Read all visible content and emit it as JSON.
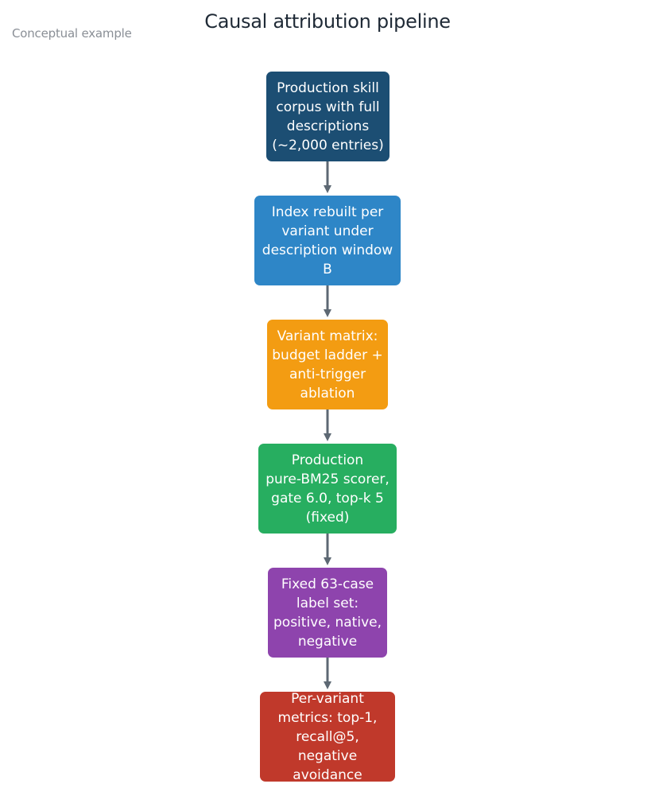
{
  "header": {
    "title": "Causal attribution pipeline",
    "subtitle": "Conceptual example"
  },
  "nodes": [
    {
      "id": "n1",
      "lines": [
        "Production skill",
        "corpus with full",
        "descriptions",
        "(~2,000 entries)"
      ],
      "color": "#1c4e73"
    },
    {
      "id": "n2",
      "lines": [
        "Index rebuilt per",
        "variant under",
        "description window",
        "B"
      ],
      "color": "#2e86c7"
    },
    {
      "id": "n3",
      "lines": [
        "Variant matrix:",
        "budget ladder +",
        "anti-trigger",
        "ablation"
      ],
      "color": "#f39c12"
    },
    {
      "id": "n4",
      "lines": [
        "Production",
        "pure-BM25 scorer,",
        "gate 6.0, top-k 5",
        "(fixed)"
      ],
      "color": "#27ae60"
    },
    {
      "id": "n5",
      "lines": [
        "Fixed 63-case",
        "label set:",
        "positive, native,",
        "negative"
      ],
      "color": "#8e44ad"
    },
    {
      "id": "n6",
      "lines": [
        "Per-variant",
        "metrics: top-1,",
        "recall@5, negative",
        "avoidance"
      ],
      "color": "#c0392b"
    }
  ],
  "edges": [
    {
      "from": "n1",
      "to": "n2"
    },
    {
      "from": "n2",
      "to": "n3"
    },
    {
      "from": "n3",
      "to": "n4"
    },
    {
      "from": "n4",
      "to": "n5"
    },
    {
      "from": "n5",
      "to": "n6"
    }
  ],
  "colors": {
    "edge": "#5d6873"
  }
}
